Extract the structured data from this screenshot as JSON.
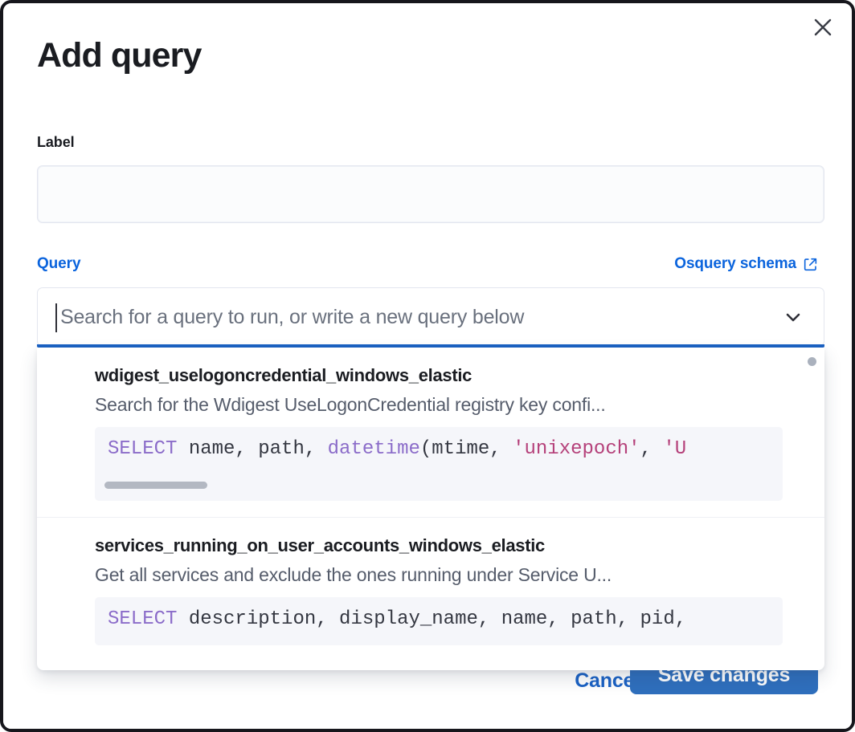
{
  "modal": {
    "title": "Add query",
    "close_icon": "close-icon"
  },
  "label_field": {
    "label": "Label",
    "value": "",
    "placeholder": ""
  },
  "query_field": {
    "label": "Query",
    "schema_link": "Osquery schema",
    "schema_link_icon": "external-link-icon",
    "placeholder": "Search for a query to run, or write a new query below",
    "value": "",
    "chevron_icon": "chevron-down-icon"
  },
  "dropdown": {
    "options": [
      {
        "title": "wdigest_uselogoncredential_windows_elastic",
        "description": "Search for the Wdigest UseLogonCredential registry key confi...",
        "code_segments": [
          {
            "text": "SELECT",
            "type": "keyword"
          },
          {
            "text": " name, path, ",
            "type": "plain"
          },
          {
            "text": "datetime",
            "type": "function"
          },
          {
            "text": "(mtime, ",
            "type": "plain"
          },
          {
            "text": "'unixepoch'",
            "type": "string"
          },
          {
            "text": ", ",
            "type": "plain"
          },
          {
            "text": "'U",
            "type": "string"
          }
        ],
        "has_scrollbar": true
      },
      {
        "title": "services_running_on_user_accounts_windows_elastic",
        "description": "Get all services and exclude the ones running under Service U...",
        "code_segments": [
          {
            "text": "SELECT",
            "type": "keyword"
          },
          {
            "text": " description, display_name, name, path, pid,",
            "type": "plain"
          }
        ],
        "has_scrollbar": false
      }
    ]
  },
  "footer": {
    "cancel_label": "Cancel",
    "save_label": "Save changes"
  },
  "colors": {
    "accent_blue": "#0b64dd",
    "primary_button": "#2f6fbd",
    "focus_underline": "#1b62c4",
    "text_dark": "#1a1c21",
    "text_muted": "#555c6b",
    "code_bg": "#f5f6fa",
    "code_keyword": "#8b6cc9",
    "code_string": "#b5417a"
  }
}
